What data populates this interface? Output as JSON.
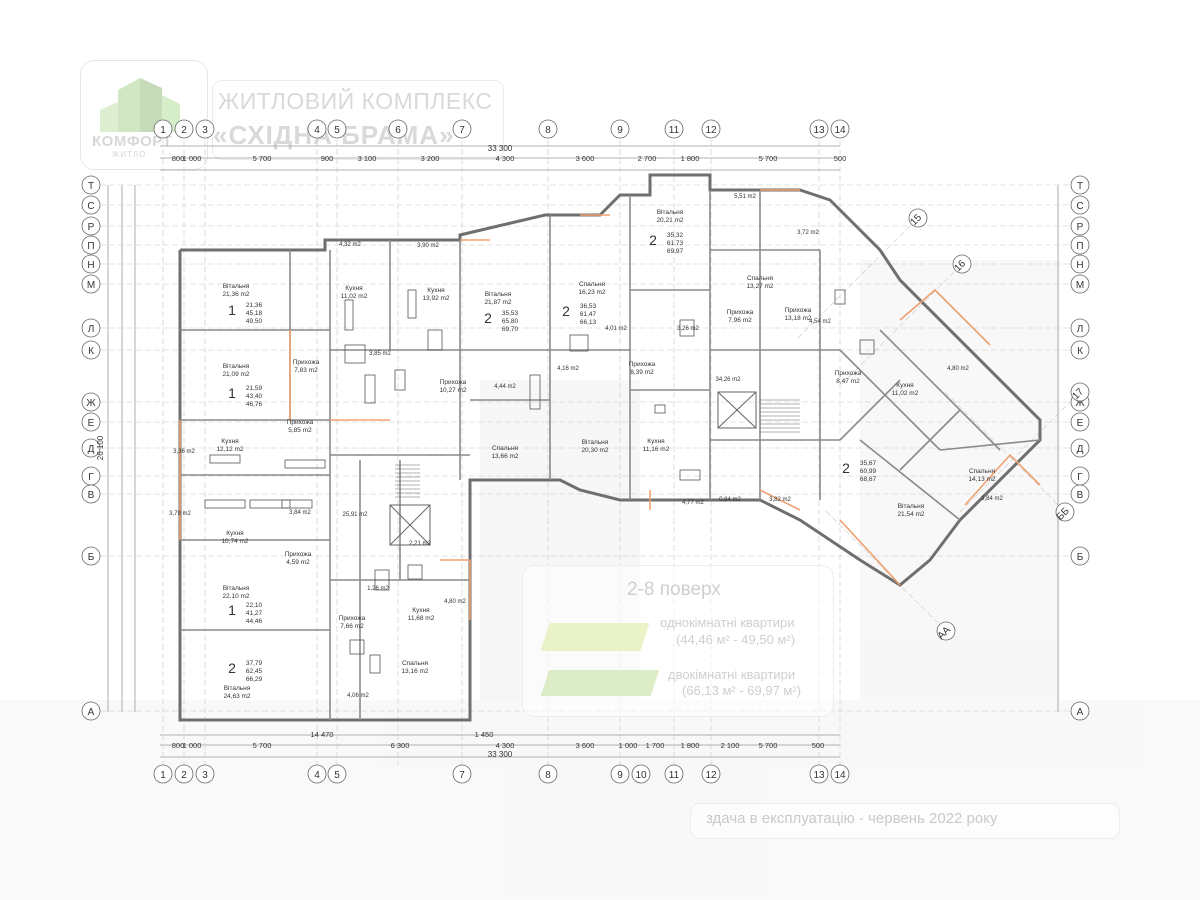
{
  "branding": {
    "logo_name": "КОМФОРТ",
    "logo_sub": "ЖИТЛО",
    "project_line1": "ЖИТЛОВИЙ КОМПЛЕКС",
    "project_line2": "«СХІДНА БРАМА»"
  },
  "info": {
    "floors": "2-8 поверх",
    "one_room_label": "однокімнатні квартири",
    "one_room_range": "(44,46 м² - 49,50 м²)",
    "two_room_label": "двокімнатні квартири",
    "two_room_range": "(66,13 м² - 69,97 м²)",
    "delivery": "здача в експлуатацію - червень 2022 року"
  },
  "axes": {
    "vertical": [
      "1",
      "2",
      "3",
      "4",
      "5",
      "6",
      "7",
      "8",
      "9",
      "11",
      "12",
      "13",
      "14"
    ],
    "vertical_bottom": [
      "1",
      "2",
      "3",
      "4",
      "5",
      "7",
      "8",
      "9",
      "10",
      "11",
      "12",
      "13",
      "14"
    ],
    "horizontal": [
      "Т",
      "С",
      "Р",
      "П",
      "Н",
      "М",
      "Л",
      "К",
      "Ж",
      "Е",
      "Д",
      "Г",
      "В",
      "Б",
      "А"
    ],
    "diagonal": [
      "15",
      "16",
      "17",
      "ББ",
      "АА"
    ]
  },
  "dimensions": {
    "top_total": "33 300",
    "top_segments": [
      "800",
      "1 000",
      "5 700",
      "900",
      "3 100",
      "3 200",
      "4 300",
      "3 600",
      "2 700",
      "1 800",
      "5 700",
      "500"
    ],
    "bottom_total": "33 300",
    "bottom_segments": [
      "800",
      "1 000",
      "5 700",
      "6 300",
      "4 300",
      "3 600",
      "1 000",
      "1 700",
      "1 800",
      "2 100",
      "5 700",
      "500"
    ],
    "left_total": "26 100",
    "sub_totals": [
      "14 470",
      "1 450"
    ]
  },
  "rooms": [
    {
      "name": "Вітальня",
      "area": "21,36 m2"
    },
    {
      "name": "Кухня",
      "area": "11,02 m2"
    },
    {
      "name": "Кухня",
      "area": "13,92 m2"
    },
    {
      "name": "Вітальня",
      "area": "21,87 m2"
    },
    {
      "name": "Спальня",
      "area": "16,23 m2"
    },
    {
      "name": "Вітальня",
      "area": "20,21 m2"
    },
    {
      "name": "Спальня",
      "area": "13,27 m2"
    },
    {
      "name": "Прихожа",
      "area": "13,18 m2"
    },
    {
      "name": "Вітальня",
      "area": "21,09 m2"
    },
    {
      "name": "Прихожа",
      "area": "7,83 m2"
    },
    {
      "name": "Прихожа",
      "area": "10,27 m2"
    },
    {
      "name": "Прихожа",
      "area": "8,39 m2"
    },
    {
      "name": "Прихожа",
      "area": "7,96 m2"
    },
    {
      "name": "Кухня",
      "area": "12,12 m2"
    },
    {
      "name": "Прихожа",
      "area": "5,85 m2"
    },
    {
      "name": "Спальня",
      "area": "13,66 m2"
    },
    {
      "name": "Вітальня",
      "area": "20,30 m2"
    },
    {
      "name": "Кухня",
      "area": "11,16 m2"
    },
    {
      "name": "Кухня",
      "area": "11,02 m2"
    },
    {
      "name": "Прихожа",
      "area": "8,47 m2"
    },
    {
      "name": "Кухня",
      "area": "10,74 m2"
    },
    {
      "name": "Прихожа",
      "area": "4,59 m2"
    },
    {
      "name": "Вітальня",
      "area": "22,10 m2"
    },
    {
      "name": "Прихожа",
      "area": "7,66 m2"
    },
    {
      "name": "Кухня",
      "area": "11,68 m2"
    },
    {
      "name": "Вітальня",
      "area": "24,63 m2"
    },
    {
      "name": "Спальня",
      "area": "13,16 m2"
    },
    {
      "name": "Вітальня",
      "area": "21,54 m2"
    },
    {
      "name": "Спальня",
      "area": "14,13 m2"
    }
  ],
  "apartment_tags": [
    {
      "rooms": "1",
      "values": [
        "21,36",
        "45,18",
        "49,50"
      ]
    },
    {
      "rooms": "1",
      "values": [
        "21,59",
        "43,40",
        "46,76"
      ]
    },
    {
      "rooms": "2",
      "values": [
        "35,53",
        "65,80",
        "69,70"
      ]
    },
    {
      "rooms": "2",
      "values": [
        "36,53",
        "61,47",
        "66,13"
      ]
    },
    {
      "rooms": "2",
      "values": [
        "35,32",
        "61,73",
        "69,97"
      ]
    },
    {
      "rooms": "1",
      "values": [
        "22,10",
        "41,27",
        "44,46"
      ]
    },
    {
      "rooms": "2",
      "values": [
        "37,79",
        "62,45",
        "66,29"
      ]
    },
    {
      "rooms": "2",
      "values": [
        "35,67",
        "60,99",
        "68,67"
      ]
    }
  ],
  "small_areas": [
    "4,32 m2",
    "3,90 m2",
    "3,85 m2",
    "4,44 m2",
    "4,16 m2",
    "4,01 m2",
    "3,26 m2",
    "4,54 m2",
    "4,80 m2",
    "3,36 m2",
    "3,84 m2",
    "2,21 m2",
    "4,80 m2",
    "4,77 m2",
    "0,84 m2",
    "3,82 m2",
    "4,06 m2",
    "1,26 m2",
    "3,79 m2",
    "3,72 m2",
    "3,84 m2",
    "5,51 m2",
    "34,26 m2",
    "25,91 m2"
  ],
  "colors": {
    "wall": "#777777",
    "grid": "#bdbdbd",
    "accent_orange": "#f0a070",
    "fixture": "#555555"
  }
}
